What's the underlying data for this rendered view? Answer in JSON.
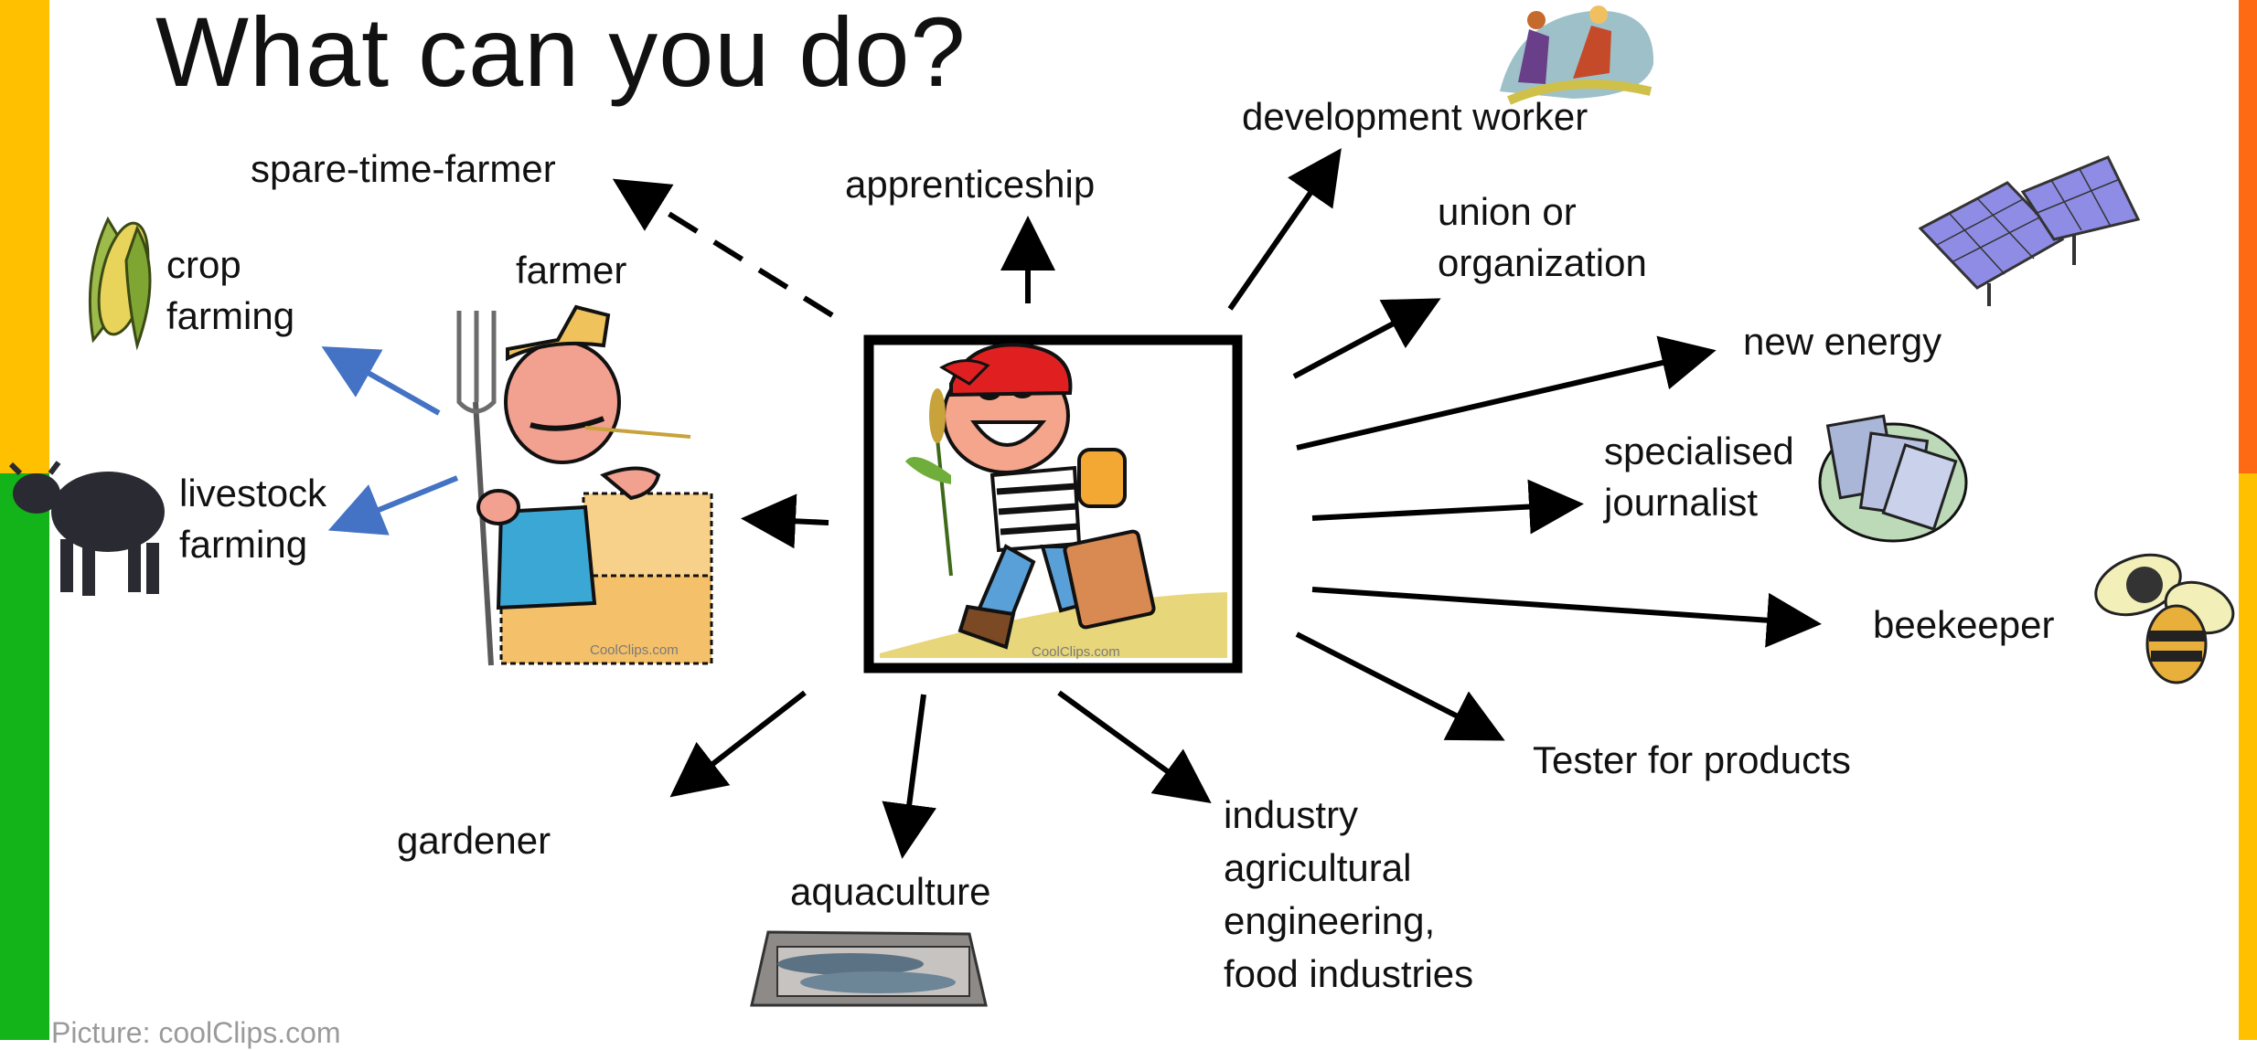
{
  "title": "What can you do?",
  "center_image": "walking-young-farmer-illustration",
  "labels": {
    "spare_time_farmer": "spare-time-farmer",
    "apprenticeship": "apprenticeship",
    "development_worker": "development worker",
    "union_line1": "union or",
    "union_line2": "organization",
    "new_energy": "new energy",
    "journalist_line1": "specialised",
    "journalist_line2": "journalist",
    "beekeeper": "beekeeper",
    "tester": "Tester for products",
    "industry_line1": "industry",
    "industry_line2": "agricultural",
    "industry_line3": "engineering,",
    "industry_line4": "food industries",
    "aquaculture": "aquaculture",
    "gardener": "gardener",
    "farmer": "farmer",
    "crop_line1": "crop",
    "crop_line2": "farming",
    "livestock_line1": "livestock",
    "livestock_line2": "farming"
  },
  "watermarks": {
    "farmer": "CoolClips.com",
    "center": "CoolClips.com"
  },
  "credit": "Picture: coolClips.com",
  "colors": {
    "left_bar_top": "#ffc000",
    "left_bar_bottom": "#13b31a",
    "right_bar_top": "#fe6a13",
    "right_bar_bottom": "#ffc000",
    "arrow": "#000000",
    "farmer_arrow": "#4472c4"
  }
}
